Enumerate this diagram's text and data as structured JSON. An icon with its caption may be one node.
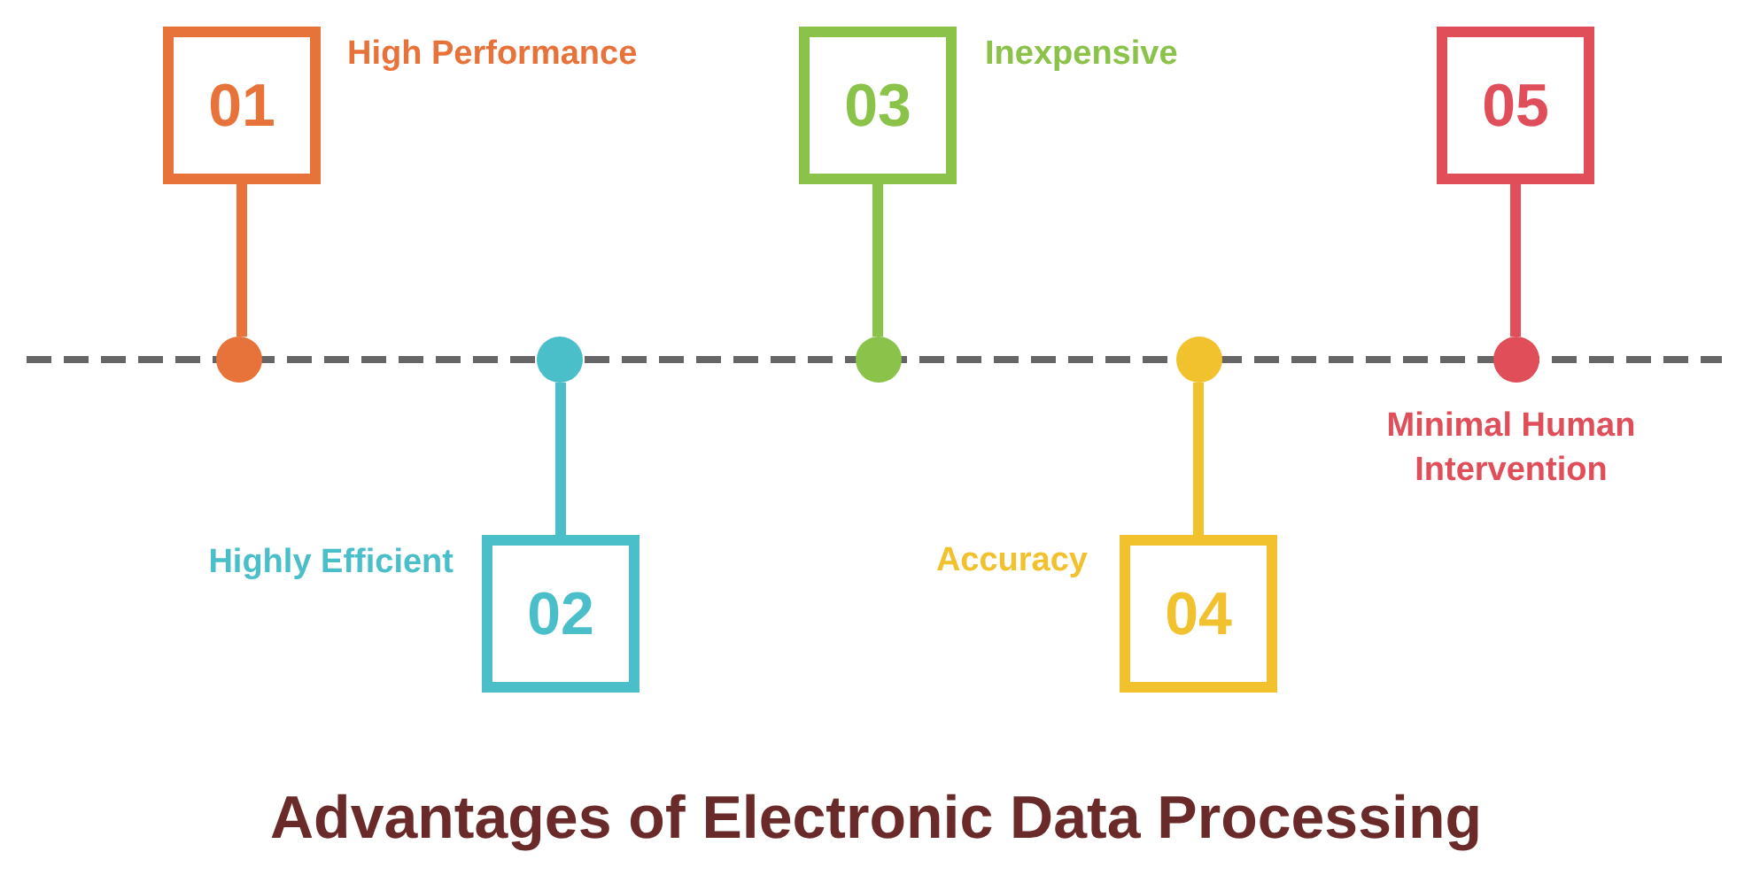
{
  "diagram": {
    "title": "Advantages of Electronic Data Processing",
    "nodes": [
      {
        "text": [
          "01"
        ],
        "beside": [
          "High Performance"
        ]
      },
      {
        "text": [
          "02"
        ],
        "beside": [
          "Highly Efficient"
        ]
      },
      {
        "text": [
          "03"
        ],
        "beside": [
          "Inexpensive"
        ]
      },
      {
        "text": [
          "04"
        ],
        "beside": [
          "Accuracy"
        ]
      },
      {
        "text": [
          "05"
        ]
      },
      {
        "text": [],
        "shape": "circle"
      },
      {
        "text": [],
        "shape": "circle"
      },
      {
        "text": [],
        "shape": "circle"
      },
      {
        "text": [],
        "shape": "circle"
      },
      {
        "text": [],
        "shape": "circle",
        "beside": [
          "Minimal Human Intervention"
        ]
      }
    ],
    "edges": [
      {
        "from": 0,
        "to": 5,
        "arrow": "none",
        "color": "#e8733a"
      },
      {
        "from": 1,
        "to": 6,
        "arrow": "none",
        "color": "#4bbfc9"
      },
      {
        "from": 2,
        "to": 7,
        "arrow": "none",
        "color": "#8bc34a"
      },
      {
        "from": 3,
        "to": 8,
        "arrow": "none",
        "color": "#f2c12e"
      },
      {
        "from": 4,
        "to": 9,
        "arrow": "none",
        "color": "#e04e5a"
      }
    ]
  }
}
